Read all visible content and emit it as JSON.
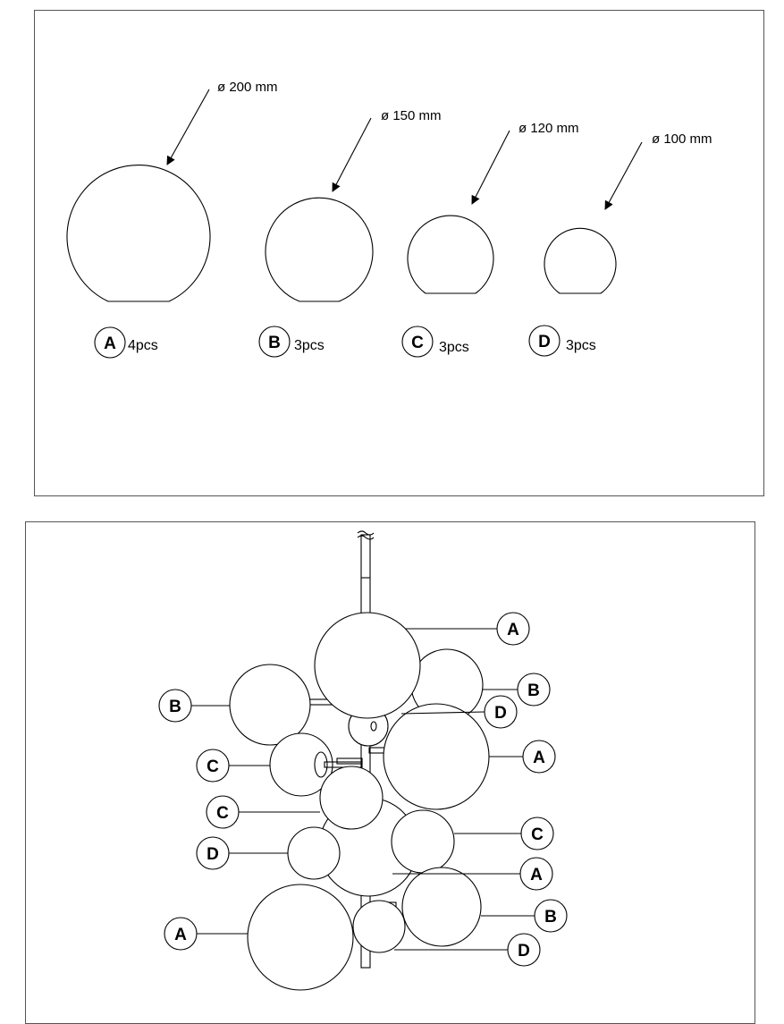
{
  "sizes": [
    {
      "id": "A",
      "diameter": "ø 200 mm",
      "quantity": "4pcs"
    },
    {
      "id": "B",
      "diameter": "ø 150 mm",
      "quantity": "3pcs"
    },
    {
      "id": "C",
      "diameter": "ø 120 mm",
      "quantity": "3pcs"
    },
    {
      "id": "D",
      "diameter": "ø 100 mm",
      "quantity": "3pcs"
    }
  ],
  "assembly_labels": [
    "A",
    "B",
    "D",
    "B",
    "A",
    "C",
    "C",
    "C",
    "D",
    "A",
    "A",
    "B",
    "D"
  ]
}
